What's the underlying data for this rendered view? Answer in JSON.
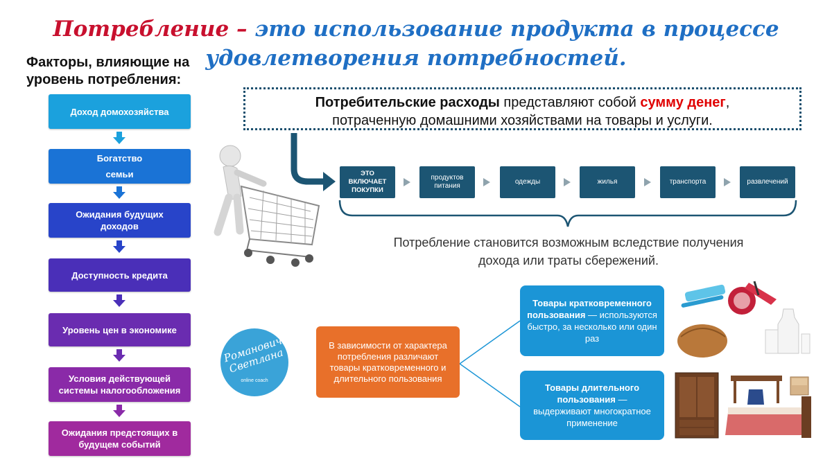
{
  "title": {
    "part1": "Потребление",
    "dash": " – ",
    "part2": "это использование продукта в процессе",
    "line2": "удовлетворения потребностей."
  },
  "factors": {
    "heading_line1": "Факторы, влияющие на",
    "heading_line2": "уровень потребления:",
    "items": [
      {
        "line1": "Доход домохозяйства",
        "line2": "",
        "color": "#1ba1dd"
      },
      {
        "line1": "Богатство",
        "line2": "семьи",
        "color": "#1a73d6"
      },
      {
        "line1": "Ожидания будущих",
        "line2": "доходов",
        "color": "#2844c9"
      },
      {
        "line1": "Доступность кредита",
        "line2": "",
        "color": "#4a2fb8"
      },
      {
        "line1": "Уровень цен в экономике",
        "line2": "",
        "color": "#6a2cb0"
      },
      {
        "line1": "Условия действующей",
        "line2": "системы налогообложения",
        "color": "#8a2aa8"
      },
      {
        "line1": "Ожидания предстоящих в",
        "line2": "будущем событий",
        "color": "#a02a9e"
      }
    ]
  },
  "definition": {
    "bold_part": "Потребительские расходы",
    "middle": " представляют собой ",
    "highlight": "сумму денег",
    "end": ",",
    "line2": "потраченную домашними хозяйствами на товары и услуги."
  },
  "flow": {
    "first_line1": "ЭТО",
    "first_line2": "ВКЛЮЧАЕТ",
    "first_line3": "ПОКУПКИ",
    "items": [
      "продуктов питания",
      "одежды",
      "жилья",
      "транспорта",
      "развлечений"
    ]
  },
  "consumption_note": {
    "line1": "Потребление становится возможным вследствие получения",
    "line2": "дохода или траты сбережений."
  },
  "classification": {
    "orange_text": "В зависимости от характера потребления различают товары кратковременного и длительного пользования",
    "short_term": {
      "bold": "Товары кратковременного пользования",
      "text": " — используются быстро, за несколько или один раз"
    },
    "long_term": {
      "bold": "Товары длительного пользования",
      "text": " — выдерживают многократное применение"
    }
  },
  "logo": {
    "line1": "Романович",
    "line2": "Светлана",
    "line3": "online coach"
  },
  "colors": {
    "accent_red": "#c8102e",
    "accent_blue": "#1f6fc4",
    "flow_box": "#1c5573",
    "orange": "#e8702a",
    "info_blue": "#1b95d6"
  }
}
